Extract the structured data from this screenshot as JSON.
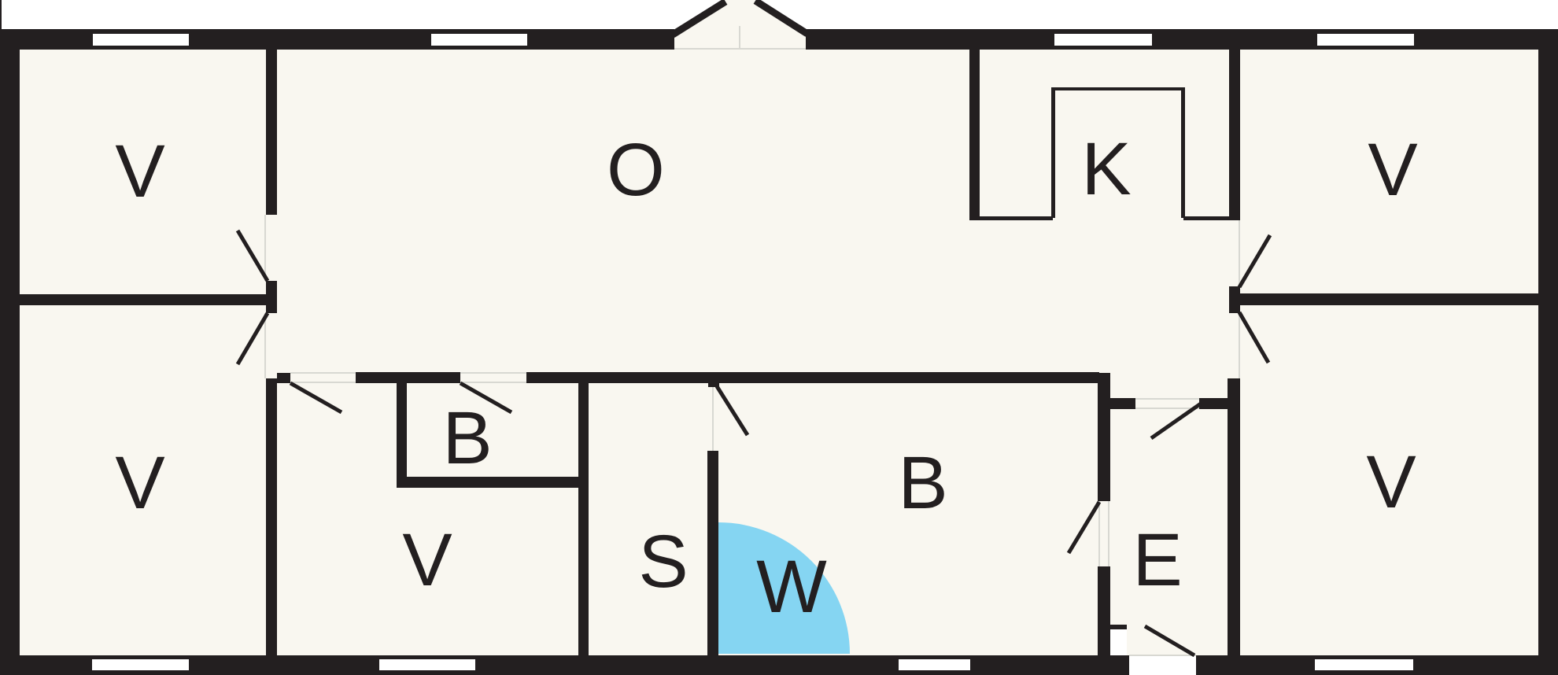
{
  "diagram_type": "floor-plan",
  "colors": {
    "outside": "#ffffff",
    "floor": "#f9f7f0",
    "wall": "#231f20",
    "window_glass": "#ffffff",
    "threshold": "#d8d8d2",
    "water": "#85d5f2"
  },
  "rooms": [
    {
      "id": "room-top-left",
      "label": "V"
    },
    {
      "id": "living-room",
      "label": "O"
    },
    {
      "id": "kitchen",
      "label": "K"
    },
    {
      "id": "room-top-right",
      "label": "V"
    },
    {
      "id": "room-bottom-left",
      "label": "V"
    },
    {
      "id": "bathroom-small",
      "label": "B"
    },
    {
      "id": "room-middle",
      "label": "V"
    },
    {
      "id": "sauna",
      "label": "S"
    },
    {
      "id": "whirlpool",
      "label": "W"
    },
    {
      "id": "bathroom-main",
      "label": "B"
    },
    {
      "id": "entrance",
      "label": "E"
    },
    {
      "id": "room-bottom-right",
      "label": "V"
    }
  ]
}
